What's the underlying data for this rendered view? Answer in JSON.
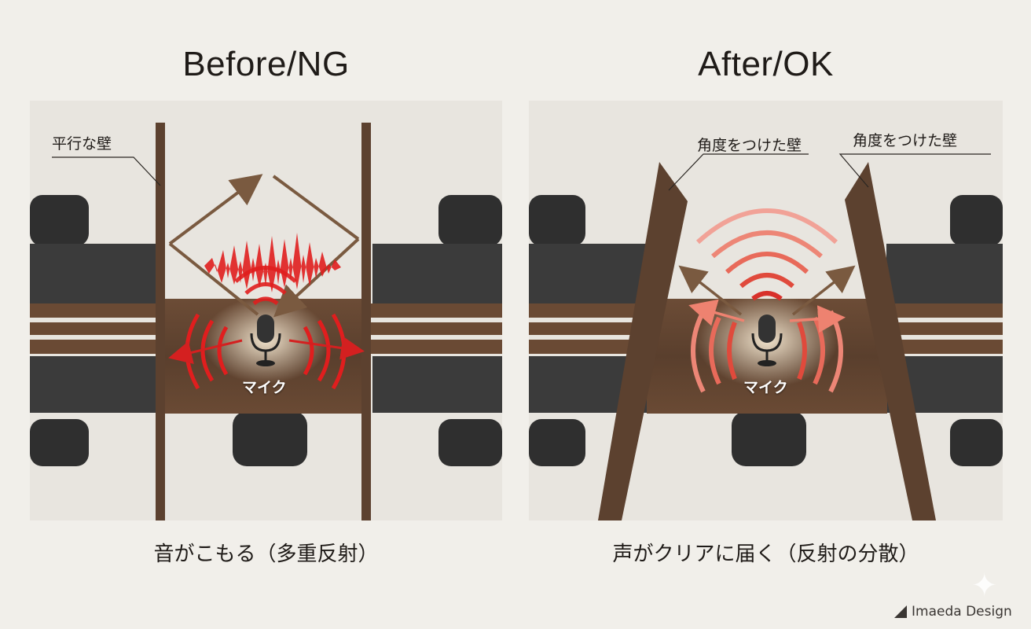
{
  "left": {
    "title": "Before/NG",
    "wall_label": "平行な壁",
    "mic_label": "マイク",
    "caption": "音がこもる（多重反射）"
  },
  "right": {
    "title": "After/OK",
    "wall_label_left": "角度をつけた壁",
    "wall_label_right": "角度をつけた壁",
    "mic_label": "マイク",
    "caption": "声がクリアに届く（反射の分散）"
  },
  "brand": "Imaeda Design",
  "colors": {
    "wood": "#5f4330",
    "sound_red": "#e01e1e",
    "sound_pink": "#ee8270",
    "arrow_brown": "#7a5a40",
    "desk_gray": "#3b3b3b",
    "chair": "#2f2f2f"
  },
  "icons": [
    "microphone-icon",
    "sparkle-icon",
    "brand-logo-icon"
  ]
}
